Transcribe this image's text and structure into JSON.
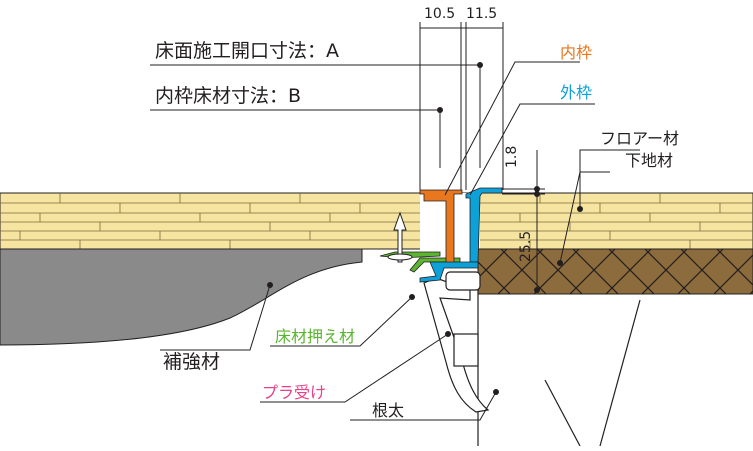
{
  "labels": {
    "opening_dimension": "床面施工開口寸法：A",
    "inner_frame_dimension": "内枠床材寸法：B",
    "inner_frame": "内枠",
    "outer_frame": "外枠",
    "flooring": "フロアー材",
    "subfloor": "下地材",
    "reinforcement": "補強材",
    "floor_retainer": "床材押え材",
    "plastic_receiver": "プラ受け",
    "joist": "根太"
  },
  "dimensions": {
    "top_left": "10.5",
    "top_right": "11.5",
    "lip_height": "1.8",
    "floor_thickness": "25.5"
  },
  "colors": {
    "inner_frame": "#e8771e",
    "outer_frame": "#0ea1d8",
    "floor_retainer": "#5cb531",
    "plastic_receiver": "#e8408a",
    "wood": "#f6e4a1",
    "reinforcement": "#8a8a8a",
    "subfloor": "#8c6b3c",
    "ink": "#231f20"
  }
}
